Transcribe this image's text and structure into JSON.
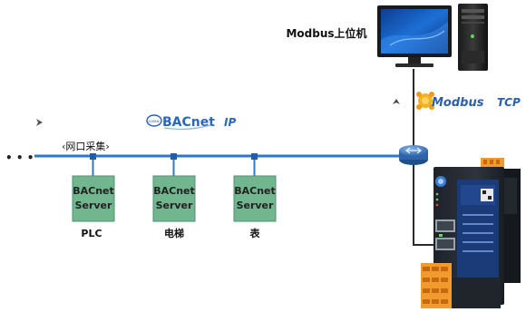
{
  "host": {
    "label": "Modbus上位机"
  },
  "protocols": {
    "bacnet_logo_small": "ASHRAE",
    "bacnet_logo": "BACnet",
    "bacnet_suffix": "IP",
    "modbus_tcp_name": "Modbus",
    "modbus_tcp_suffix": "TCP"
  },
  "network": {
    "ellipsis": "• • •",
    "subnet_label": "‹网口采集›"
  },
  "servers": [
    {
      "line1": "BACnet",
      "line2": "Server",
      "caption": "PLC"
    },
    {
      "line1": "BACnet",
      "line2": "Server",
      "caption": "电梯"
    },
    {
      "line1": "BACnet",
      "line2": "Server",
      "caption": "表"
    }
  ],
  "colors": {
    "bus": "#2f78c9",
    "server_fill": "#72b68f",
    "server_stroke": "#4f9270",
    "gateway_body": "#2a2f38",
    "terminal_orange": "#f29a2e",
    "router": "#3d7fc4"
  }
}
